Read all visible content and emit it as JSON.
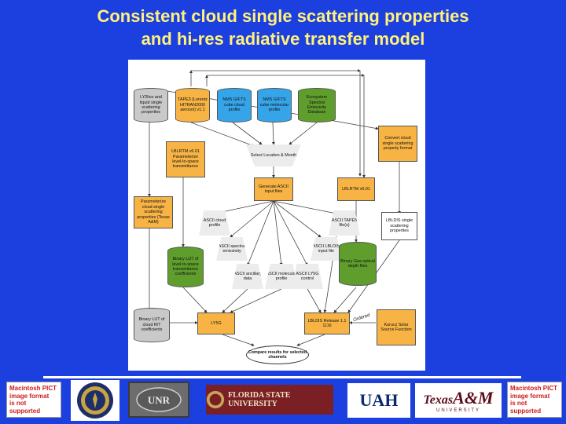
{
  "title": {
    "line1": "Consistent cloud single scattering properties",
    "line2": "and hi-res radiative transfer model"
  },
  "diagram": {
    "ly2": "LY2lice and liquid single scattering properties",
    "taped": "TAPE3 (Lorentz HITRAN2000 aerosol) v1.1",
    "nms_cloud": "NMS GIFTS cube cloud profile",
    "nms_mol": "NMS GIFTS cube molecular profile",
    "ecosys": "Ecosystem Spectral Emissivity Database",
    "convert": "Convert cloud single scattering property format",
    "lblrtm_left": "LBLRTM v6.01 Parameterize level-to-space transmittance",
    "select": "Select Location & Month",
    "generate": "Generate ASCII input files",
    "lblrtm_right": "LBLRTM v6.01",
    "param": "Parameterize cloud single scattering properties (Texas A&M)",
    "ascii_cloud": "ASCII cloud profile",
    "ascii_tape5": "ASCII TAPE5 file(s)",
    "lbldis_scat": "LBLDIS single scattering properties",
    "ascii_spectral": "ASCII spectral emissivity",
    "ascii_lbldis": "ASCII LBLDIS input file",
    "binary_lut_space": "Binary LUT of level-to-space transmittance coefficients",
    "binary_optdepth": "Binary Gas optical depth files",
    "ascii_ancillary": "ASCII ancillary data",
    "ascii_molecular": "ASCII molecular profile",
    "ascii_ly5g": "ASCII LY5G control",
    "binary_lut_cloud": "Binary LUT of cloud R/T coefficients",
    "ly5g": "LY5G",
    "lbldis_release": "LBLDIS Release 1.1 1116",
    "kurucz": "Kurucz Solar Source Function",
    "compare": "Compare results for selected channels",
    "ordered": "Ordered"
  },
  "logos": {
    "pict_left": [
      "Macintosh PICT",
      "image format",
      "is not supported"
    ],
    "fsu": "FLORIDA STATE UNIVERSITY",
    "uah": "UAH",
    "tamu_texas": "Texas",
    "tamu_am": "A&M",
    "tamu_sub": "UNIVERSITY",
    "pict_right": [
      "Macintosh PICT",
      "image format",
      "is not supported"
    ],
    "unr": "UNR"
  },
  "colors": {
    "background": "#1c3fe0",
    "title": "#fff27a",
    "gray_box": "#c9c9c9",
    "orange_box": "#f7b445",
    "blue_box": "#35a4e8",
    "green_box": "#5f9e2c"
  }
}
